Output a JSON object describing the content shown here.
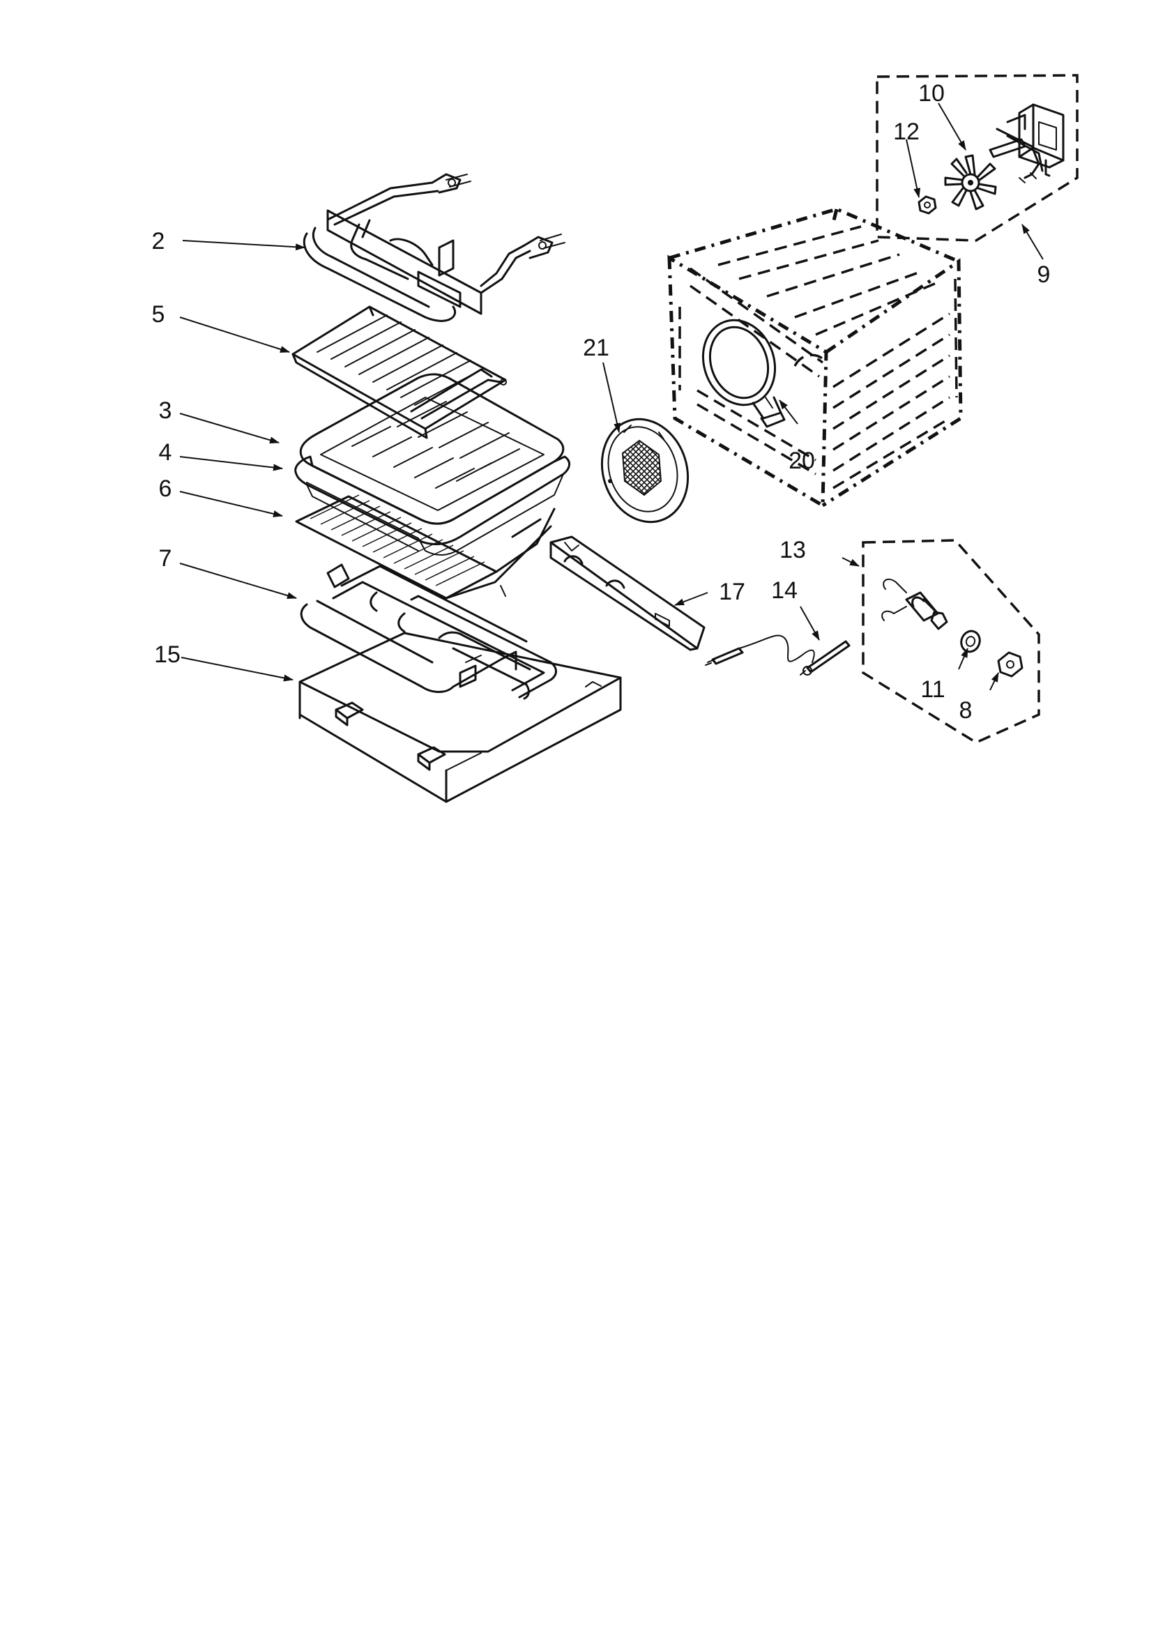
{
  "callouts": {
    "c2": "2",
    "c3": "3",
    "c4": "4",
    "c5": "5",
    "c6": "6",
    "c7": "7",
    "c8": "8",
    "c9": "9",
    "c10": "10",
    "c11": "11",
    "c12": "12",
    "c13": "13",
    "c14": "14",
    "c15": "15",
    "c17": "17",
    "c20": "20",
    "c21": "21"
  }
}
